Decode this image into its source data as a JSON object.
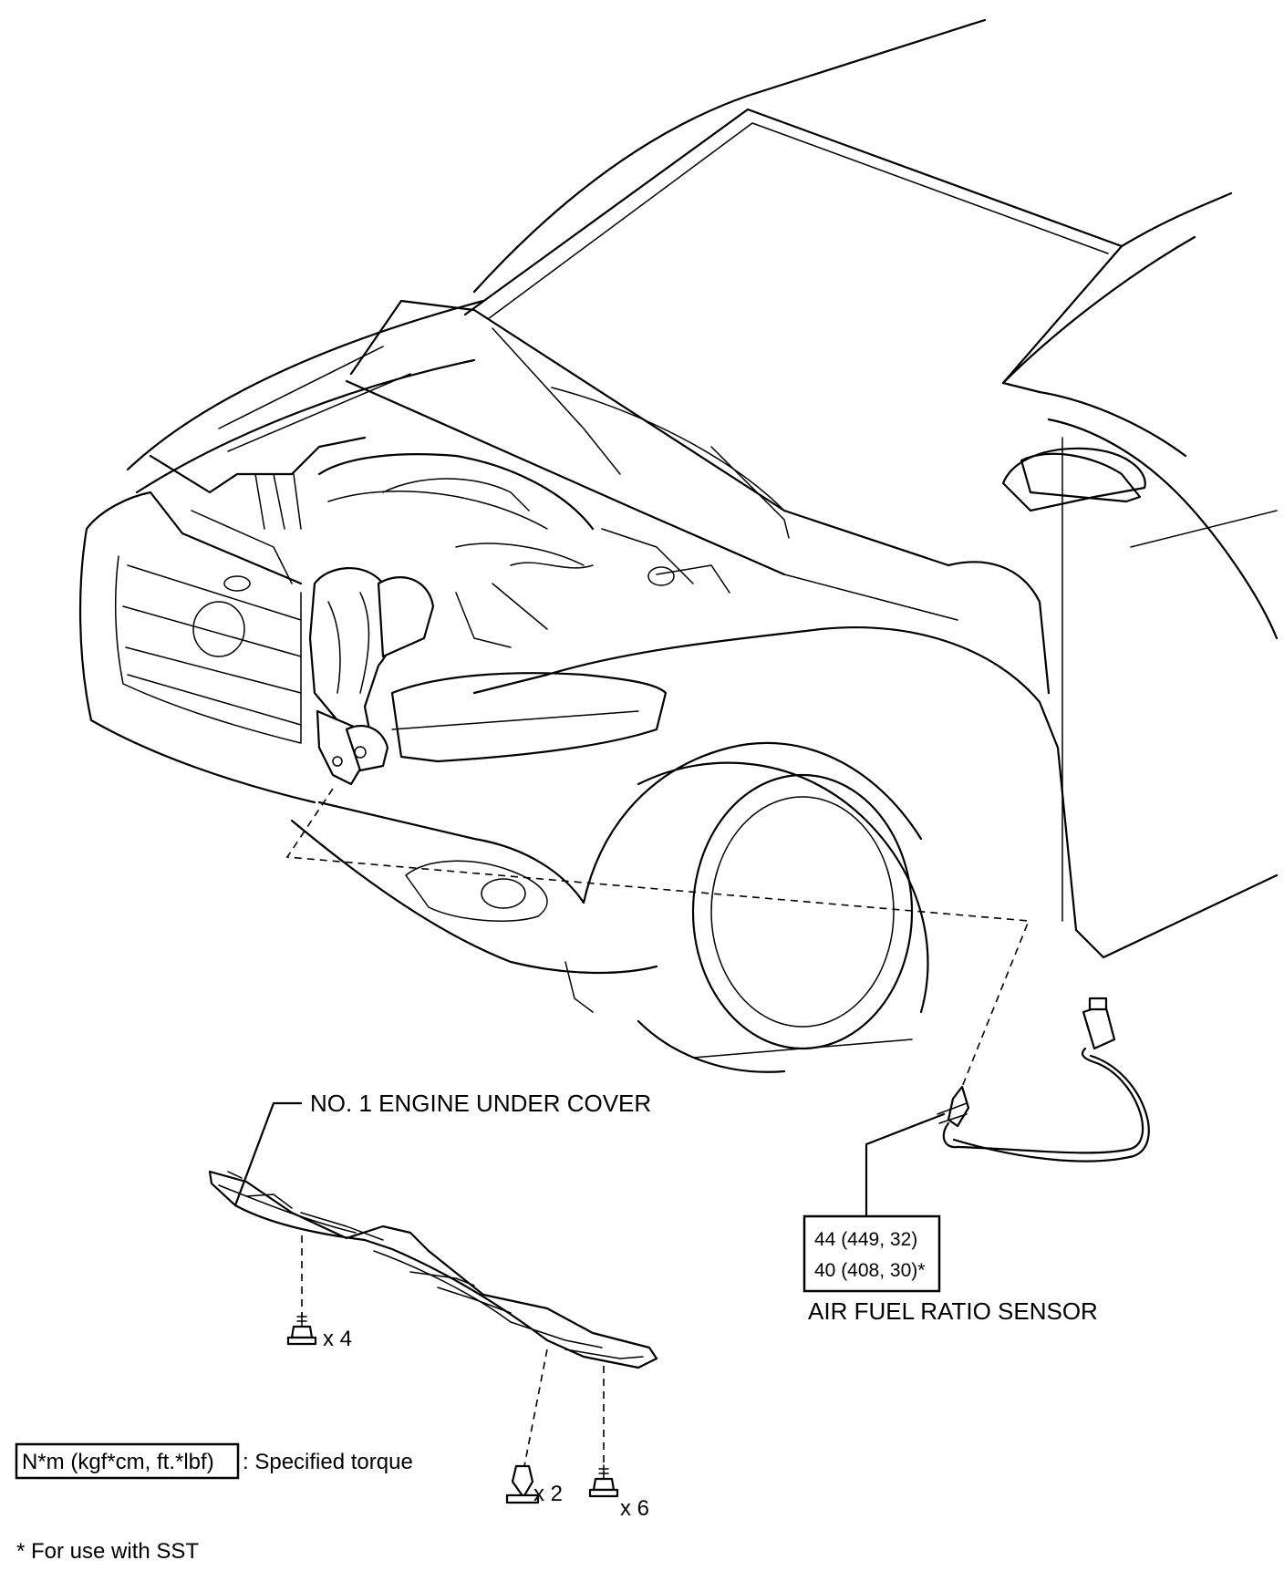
{
  "labels": {
    "under_cover": "NO. 1 ENGINE UNDER COVER",
    "air_fuel_sensor": "AIR FUEL RATIO SENSOR",
    "torque_line_1": "44 (449, 32)",
    "torque_line_2": "40 (408, 30)*",
    "legend_box": "N*m (kgf*cm, ft.*lbf)",
    "legend_text": ": Specified torque",
    "footnote": "* For use with SST",
    "qty_bolts_left": "x 4",
    "qty_clips": "x 2",
    "qty_bolts_right": "x 6"
  }
}
